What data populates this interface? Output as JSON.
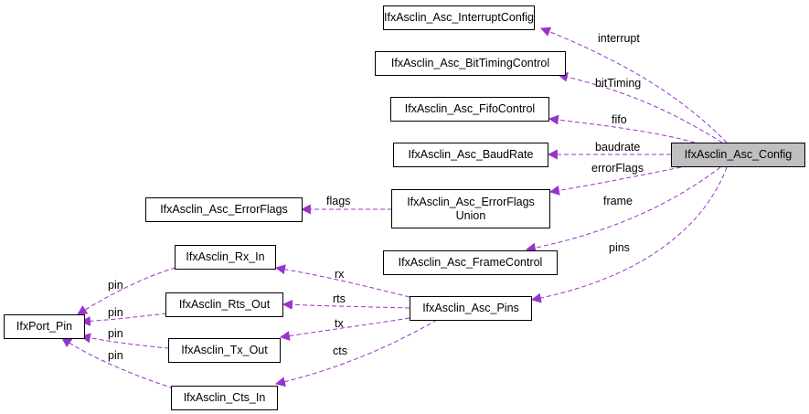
{
  "colors": {
    "edge": "#9a32cd",
    "node_border": "#000000",
    "highlight_fill": "#bfbfbf"
  },
  "nodes": {
    "config": "IfxAsclin_Asc_Config",
    "interrupt_config": "IfxAsclin_Asc_InterruptConfig",
    "bit_timing_control": "IfxAsclin_Asc_BitTimingControl",
    "fifo_control": "IfxAsclin_Asc_FifoControl",
    "baud_rate": "IfxAsclin_Asc_BaudRate",
    "error_flags_union": {
      "line1": "IfxAsclin_Asc_ErrorFlags",
      "line2": "Union"
    },
    "error_flags": "IfxAsclin_Asc_ErrorFlags",
    "frame_control": "IfxAsclin_Asc_FrameControl",
    "pins": "IfxAsclin_Asc_Pins",
    "rx_in": "IfxAsclin_Rx_In",
    "rts_out": "IfxAsclin_Rts_Out",
    "tx_out": "IfxAsclin_Tx_Out",
    "cts_in": "IfxAsclin_Cts_In",
    "port_pin": "IfxPort_Pin"
  },
  "edge_labels": {
    "interrupt": "interrupt",
    "bit_timing": "bitTiming",
    "fifo": "fifo",
    "baudrate": "baudrate",
    "error_flags": "errorFlags",
    "frame": "frame",
    "pins": "pins",
    "flags": "flags",
    "rx": "rx",
    "rts": "rts",
    "tx": "tx",
    "cts": "cts",
    "pin_rx": "pin",
    "pin_rts": "pin",
    "pin_tx": "pin",
    "pin_cts": "pin"
  }
}
